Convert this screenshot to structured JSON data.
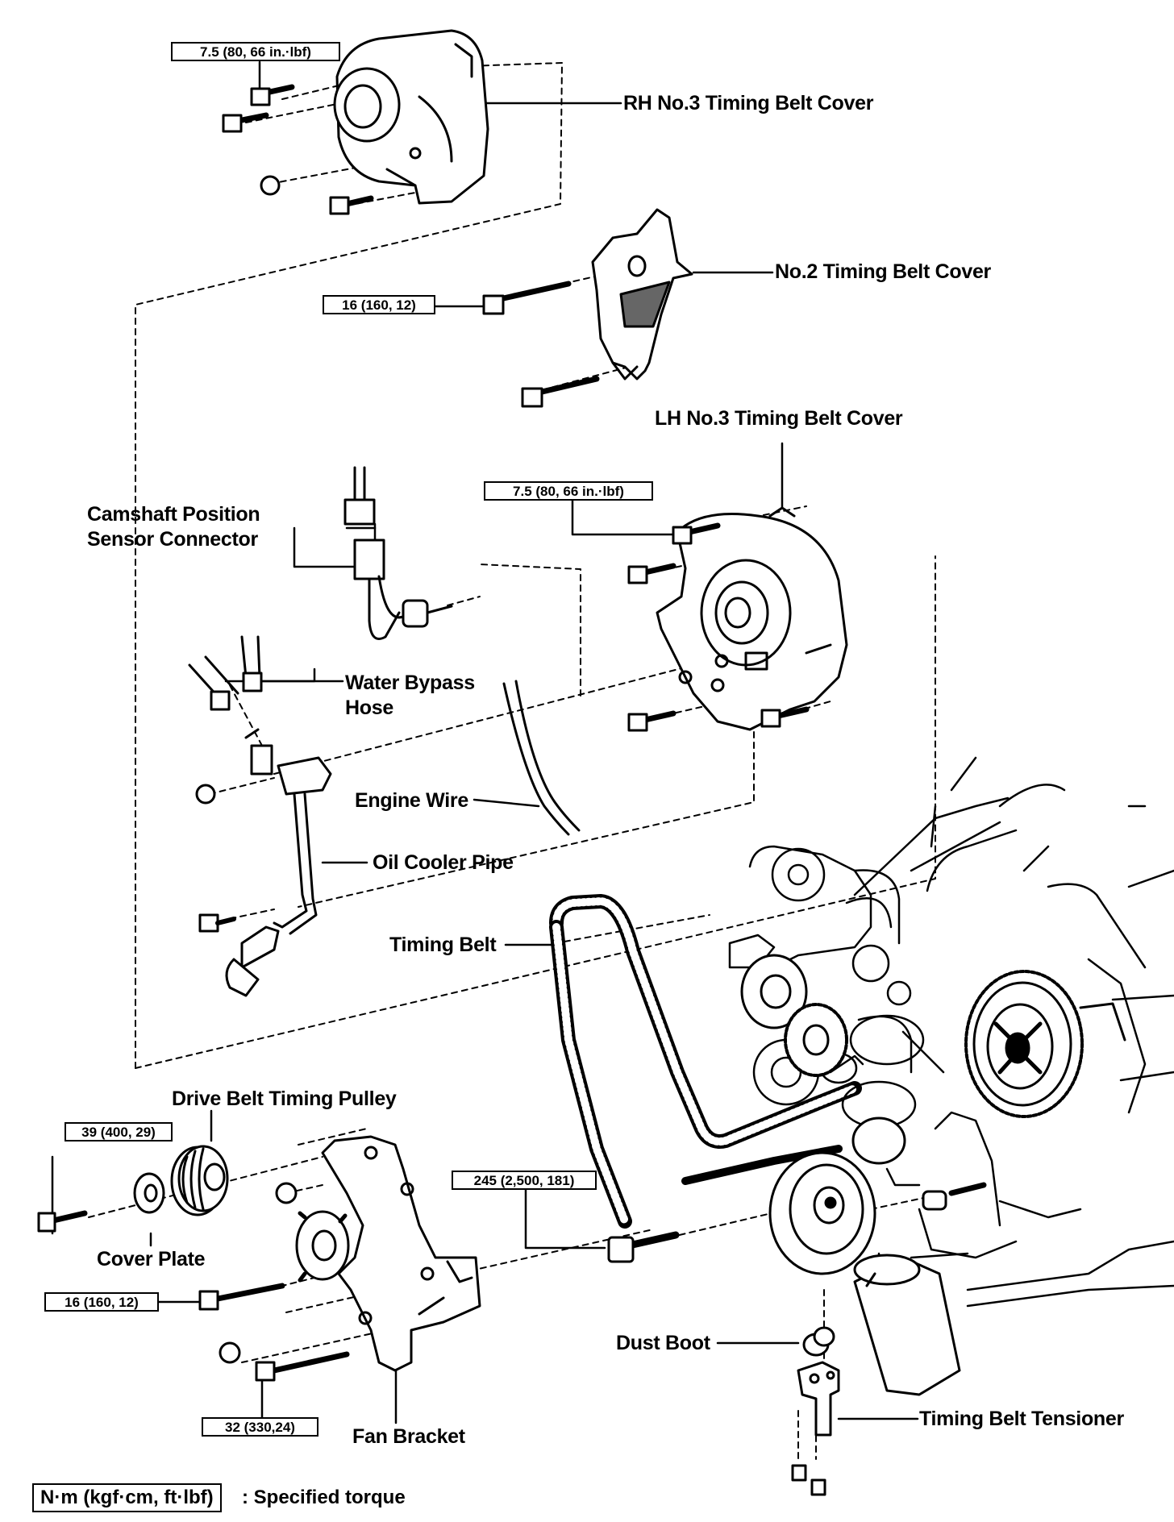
{
  "components": {
    "rh_no3_cover": "RH No.3 Timing Belt Cover",
    "no2_cover": "No.2 Timing Belt Cover",
    "lh_no3_cover": "LH No.3 Timing Belt Cover",
    "cam_sensor_line1": "Camshaft Position",
    "cam_sensor_line2": "Sensor Connector",
    "water_hose_line1": "Water Bypass",
    "water_hose_line2": "Hose",
    "engine_wire": "Engine Wire",
    "oil_cooler_pipe": "Oil Cooler Pipe",
    "timing_belt": "Timing Belt",
    "drive_belt_pulley": "Drive Belt Timing Pulley",
    "cover_plate": "Cover Plate",
    "fan_bracket": "Fan Bracket",
    "dust_boot": "Dust Boot",
    "tensioner": "Timing Belt Tensioner"
  },
  "torques": {
    "rh_cover": "7.5 (80, 66 in.·lbf)",
    "no2_cover": "16 (160, 12)",
    "lh_cover": "7.5 (80, 66 in.·lbf)",
    "pulley_bolt": "39 (400, 29)",
    "crank_bolt": "245 (2,500, 181)",
    "bracket_bolt": "16 (160, 12)",
    "bracket_lower": "32 (330,24)"
  },
  "legend": {
    "box": "N·m (kgf·cm, ft·lbf)",
    "text": ": Specified torque"
  }
}
